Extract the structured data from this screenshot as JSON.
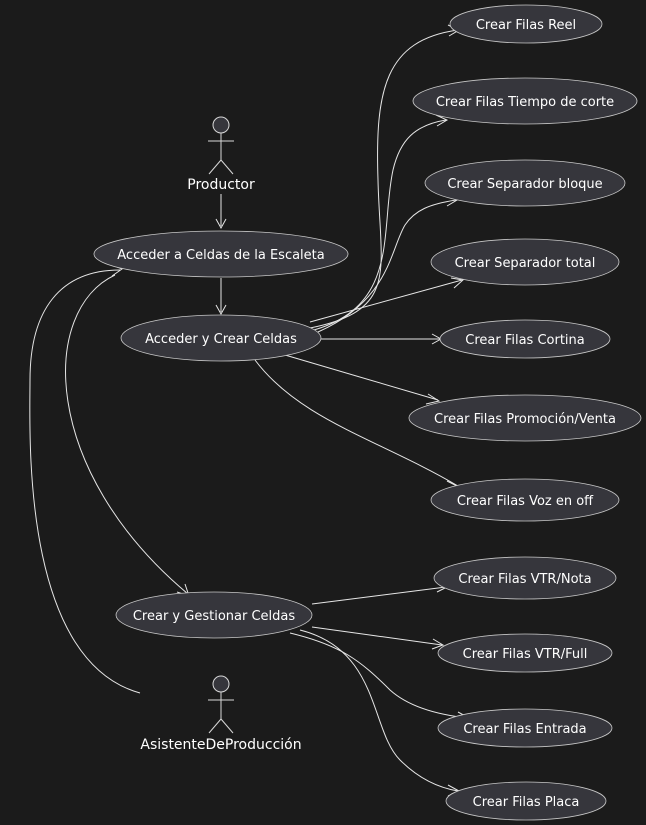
{
  "actors": {
    "productor": "Productor",
    "asistente": "AsistenteDeProducción"
  },
  "use_cases": {
    "acceder_celdas_escaleta": "Acceder a Celdas de la Escaleta",
    "acceder_crear_celdas": "Acceder y Crear Celdas",
    "crear_gestionar_celdas": "Crear y Gestionar Celdas",
    "filas_reel": "Crear Filas Reel",
    "filas_tiempo_corte": "Crear Filas Tiempo de corte",
    "separador_bloque": "Crear Separador bloque",
    "separador_total": "Crear Separador total",
    "filas_cortina": "Crear Filas Cortina",
    "filas_promocion_venta": "Crear Filas Promoción/Venta",
    "filas_voz_en_off": "Crear Filas Voz en off",
    "filas_vtr_nota": "Crear Filas VTR/Nota",
    "filas_vtr_full": "Crear Filas VTR/Full",
    "filas_entrada": "Crear Filas Entrada",
    "filas_placa": "Crear Filas Placa"
  },
  "colors": {
    "background": "#1b1b1b",
    "node_fill": "#36363c",
    "node_stroke": "#c8c8c8",
    "text": "#ffffff",
    "edge": "#e6e6e6"
  }
}
